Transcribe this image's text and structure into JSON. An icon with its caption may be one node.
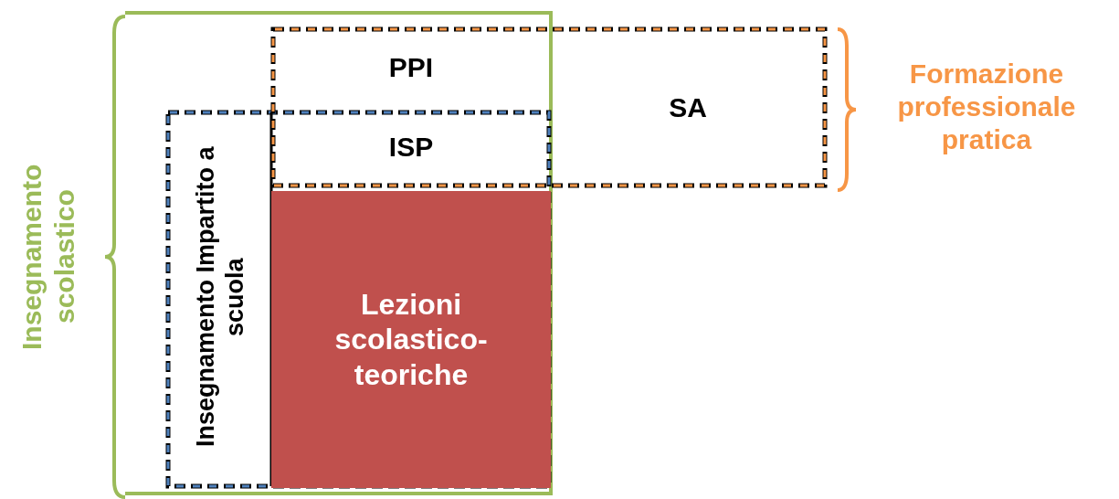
{
  "diagram": {
    "nodes": [
      {
        "text": [
          "Insegnamento scolastico"
        ]
      },
      {
        "text": [
          "Formazione professionale pratica"
        ]
      },
      {
        "text": [
          "PPI"
        ]
      },
      {
        "text": [
          "SA"
        ],
        "in": 1
      },
      {
        "text": [
          "Insegnamento Impartito a scuola"
        ],
        "in": 0
      },
      {
        "text": [
          "ISP"
        ]
      },
      {
        "text": [
          "Lezioni scolastico-teoriche"
        ],
        "in": 4
      }
    ],
    "edges": []
  }
}
